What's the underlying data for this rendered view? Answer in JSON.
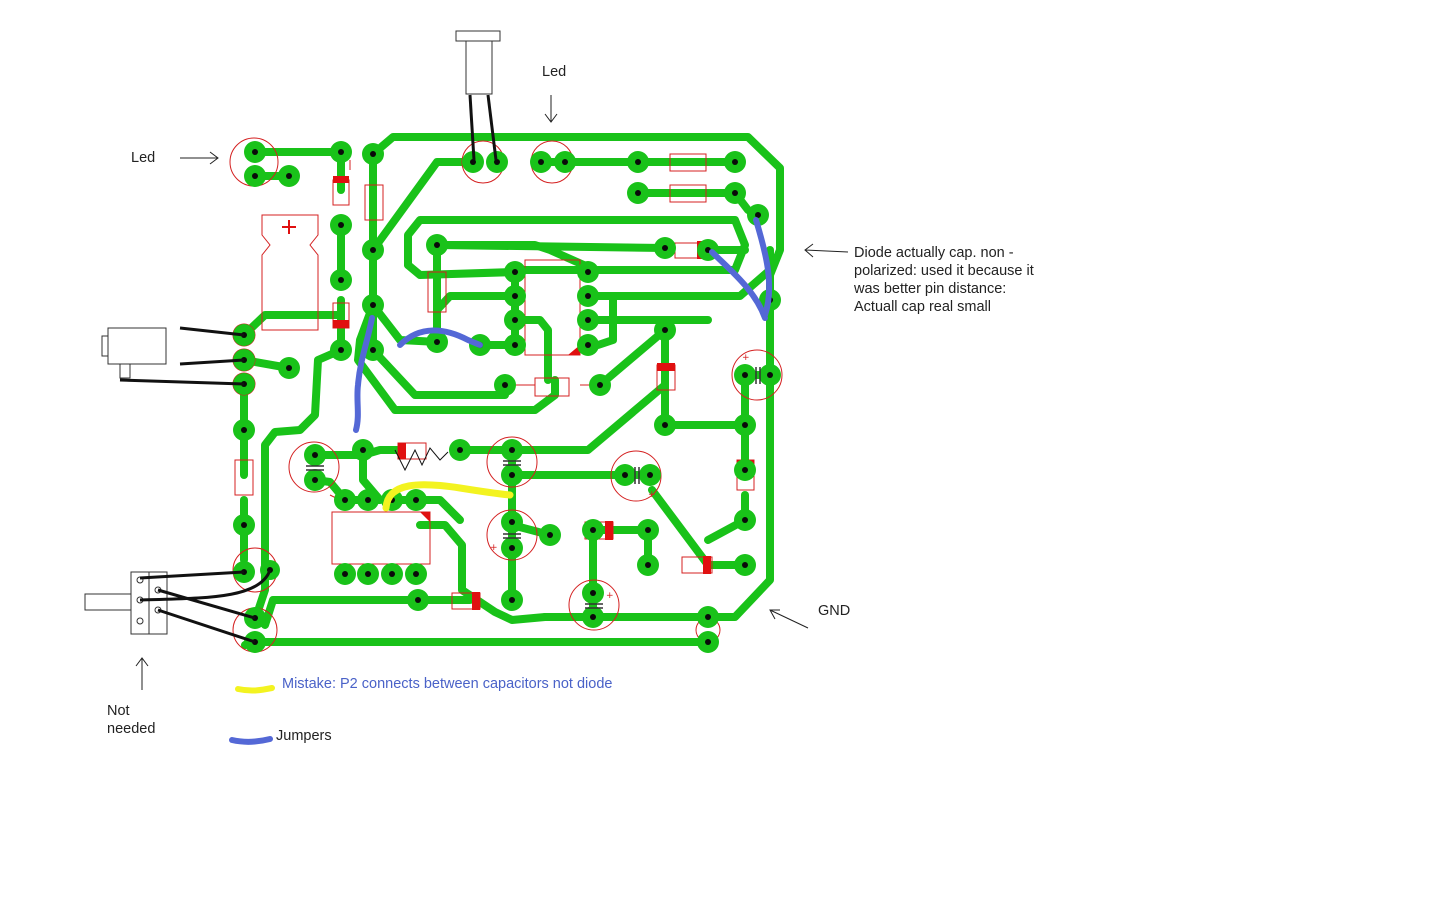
{
  "labels": {
    "led_left": "Led",
    "led_top": "Led",
    "diode_note": "Diode actually cap. non -\npolarized: used it because it\nwas better pin distance:\nActuall cap real small",
    "gnd": "GND",
    "not_needed": "Not\nneeded",
    "mistake": "Mistake: P2 connects between capacitors not diode",
    "jumpers": "Jumpers"
  },
  "colors": {
    "trace": "#19c219",
    "pad_center": "#0a0a0a",
    "outline": "#d42020",
    "component_body": "#e01010",
    "jumper": "#5468d6",
    "mistake_mark": "#f3f320",
    "wire": "#111111",
    "mistake_text": "#4a62c8"
  }
}
